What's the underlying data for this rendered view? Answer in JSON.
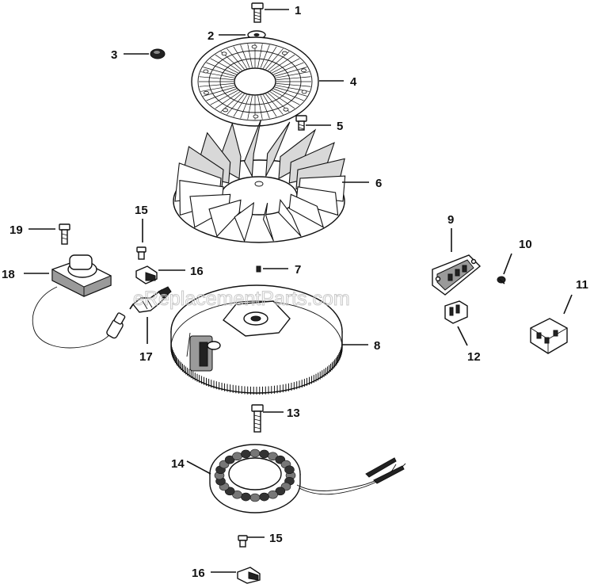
{
  "watermark": "eReplacementParts.com",
  "callouts": [
    {
      "id": "1",
      "text": "1"
    },
    {
      "id": "2",
      "text": "2"
    },
    {
      "id": "3",
      "text": "3"
    },
    {
      "id": "4",
      "text": "4"
    },
    {
      "id": "5",
      "text": "5"
    },
    {
      "id": "6",
      "text": "6"
    },
    {
      "id": "7",
      "text": "7"
    },
    {
      "id": "8",
      "text": "8"
    },
    {
      "id": "9",
      "text": "9"
    },
    {
      "id": "10",
      "text": "10"
    },
    {
      "id": "11",
      "text": "11"
    },
    {
      "id": "12",
      "text": "12"
    },
    {
      "id": "13",
      "text": "13"
    },
    {
      "id": "14",
      "text": "14"
    },
    {
      "id": "15a",
      "text": "15"
    },
    {
      "id": "15b",
      "text": "15"
    },
    {
      "id": "16a",
      "text": "16"
    },
    {
      "id": "16b",
      "text": "16"
    },
    {
      "id": "17",
      "text": "17"
    },
    {
      "id": "18",
      "text": "18"
    },
    {
      "id": "19",
      "text": "19"
    }
  ]
}
